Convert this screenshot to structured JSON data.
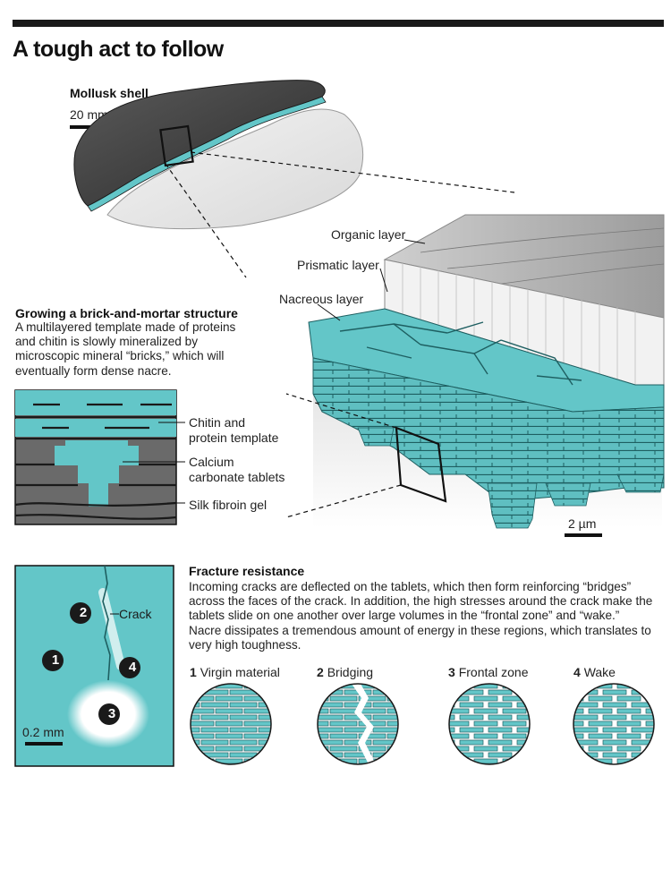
{
  "title": "A tough act to follow",
  "shell": {
    "label": "Mollusk shell",
    "scale": "20 mm"
  },
  "layers": {
    "organic": "Organic layer",
    "prismatic": "Prismatic layer",
    "nacreous": "Nacreous layer",
    "scale": "2 µm"
  },
  "growing": {
    "heading": "Growing a brick-and-mortar structure",
    "body": "A multilayered template made of proteins and chitin is slowly mineralized by microscopic mineral “bricks,” which will eventually form dense nacre.",
    "callouts": [
      "Chitin and\nprotein template",
      "Calcium\ncarbonate tablets",
      "Silk fibroin gel"
    ]
  },
  "fracture": {
    "heading": "Fracture resistance",
    "body": "Incoming cracks are deflected on the tablets, which then form reinforcing “bridges” across the faces of the crack. In addition, the high stresses around the crack make the tablets slide on one another over large volumes in the “frontal zone” and “wake.” Nacre dissipates a tremendous amount of energy in these regions, which translates to very high toughness.",
    "crack_label": "Crack",
    "scale": "0.2 mm",
    "markers": [
      "1",
      "2",
      "3",
      "4"
    ],
    "panels": [
      {
        "num": "1",
        "label": "Virgin material"
      },
      {
        "num": "2",
        "label": "Bridging"
      },
      {
        "num": "3",
        "label": "Frontal zone"
      },
      {
        "num": "4",
        "label": "Wake"
      }
    ]
  },
  "colors": {
    "teal": "#63c6c8",
    "teal_dark": "#2f8f92",
    "dark": "#1a1a1a"
  }
}
